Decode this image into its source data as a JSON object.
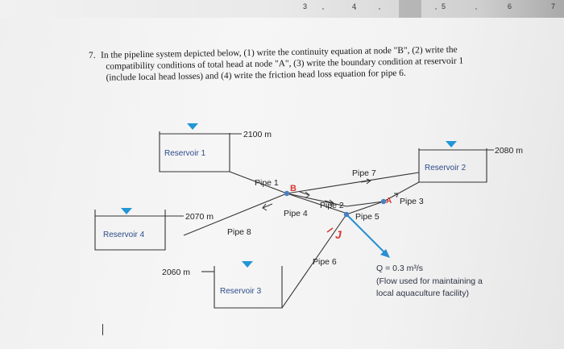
{
  "ruler": {
    "marks": [
      "3",
      "4",
      "5",
      "6",
      "7"
    ]
  },
  "question": {
    "number": "7.",
    "lines": [
      "In the pipeline system depicted below, (1) write the continuity equation at node \"B\", (2) write the",
      "compatibility conditions of total head at node \"A\", (3) write the boundary condition at reservoir 1",
      "(include local head losses) and (4) write the friction head loss equation for pipe 6."
    ]
  },
  "diagram": {
    "reservoirs": [
      {
        "name": "Reservoir 1",
        "elevation": "2100 m"
      },
      {
        "name": "Reservoir 2",
        "elevation": "2080 m"
      },
      {
        "name": "Reservoir 3",
        "elevation": "2060 m"
      },
      {
        "name": "Reservoir 4",
        "elevation": "2070 m"
      }
    ],
    "pipes": [
      "Pipe 1",
      "Pipe 2",
      "Pipe 3",
      "Pipe 4",
      "Pipe 5",
      "Pipe 6",
      "Pipe 7",
      "Pipe 8"
    ],
    "nodes": {
      "b": "B",
      "a": "A",
      "j": "J"
    },
    "flow": {
      "q": "Q = 0.3 m³/s",
      "note_line1": "(Flow used for maintaining a",
      "note_line2": "local aquaculture facility)"
    },
    "colors": {
      "water_marker": "#2196d6",
      "node_b": "#d8392f",
      "node_j": "#d8392f",
      "pipe_blue": "#2a8fd0",
      "reservoir_label": "#2d4c8a"
    }
  }
}
